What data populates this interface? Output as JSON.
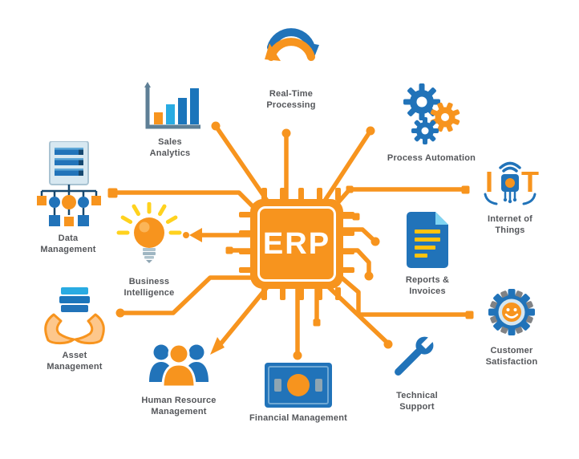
{
  "colors": {
    "orange": "#F7941E",
    "blue": "#1B75BB",
    "light_blue": "#29ABE2",
    "steel": "#5E7F96",
    "gray": "#808285",
    "yellow": "#FFD21E",
    "label_text": "#54565A"
  },
  "center": {
    "label": "ERP"
  },
  "modules": {
    "analytics": {
      "icon": "bar-chart-icon",
      "lines": [
        "Sales",
        "Analytics"
      ]
    },
    "sync": {
      "icon": "sync-arrows-icon",
      "lines": [
        "Real-Time",
        "Processing"
      ]
    },
    "automation": {
      "icon": "gears-icon",
      "lines": [
        "Process Automation"
      ]
    },
    "iot": {
      "icon": "iot-chip-icon",
      "lines": [
        "Internet of",
        "Things"
      ],
      "icon_i": "I",
      "icon_t": "T"
    },
    "reports": {
      "icon": "document-icon",
      "lines": [
        "Reports &",
        "Invoices"
      ]
    },
    "satisfaction": {
      "icon": "smiley-gear-icon",
      "lines": [
        "Customer",
        "Satisfaction"
      ]
    },
    "support": {
      "icon": "wrench-icon",
      "lines": [
        "Technical",
        "Support"
      ]
    },
    "finance": {
      "icon": "banknote-icon",
      "lines": [
        "Financial Management"
      ]
    },
    "hr": {
      "icon": "people-group-icon",
      "lines": [
        "Human Resource",
        "Management"
      ]
    },
    "assets": {
      "icon": "hands-holding-icon",
      "lines": [
        "Asset",
        "Management"
      ]
    },
    "bi": {
      "icon": "lightbulb-icon",
      "lines": [
        "Business",
        "Intelligence"
      ]
    },
    "data": {
      "icon": "server-network-icon",
      "lines": [
        "Data",
        "Management"
      ]
    }
  }
}
